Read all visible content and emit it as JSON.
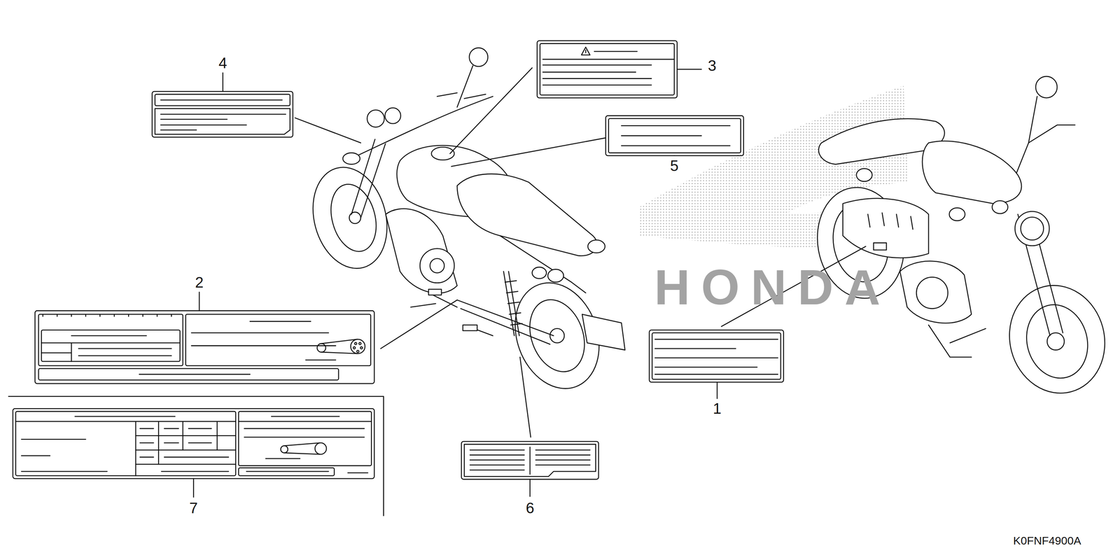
{
  "diagram": {
    "labels": [
      "4",
      "3",
      "5",
      "2",
      "1",
      "6",
      "7",
      "HONDA",
      "K0FNF4900A"
    ]
  }
}
